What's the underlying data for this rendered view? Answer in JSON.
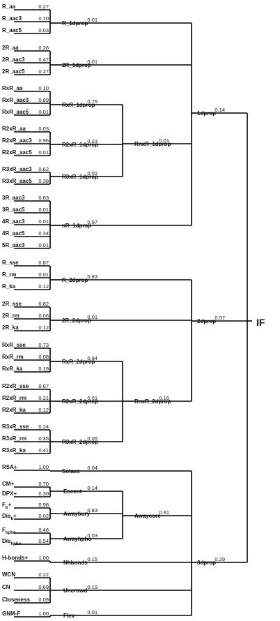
{
  "root": {
    "label": "IF"
  },
  "nodes": [
    {
      "id": "R_aa",
      "label": "R_aa",
      "weight": "0.27",
      "parent": "R_1dprop"
    },
    {
      "id": "R_aac3",
      "label": "R_aac3",
      "weight": "0.70",
      "parent": "R_1dprop"
    },
    {
      "id": "R_aac5",
      "label": "R_aac5",
      "weight": "0.03",
      "parent": "R_1dprop"
    },
    {
      "id": "2R_aa",
      "label": "2R_aa",
      "weight": "0.26",
      "parent": "2R_1dprop"
    },
    {
      "id": "2R_aac3",
      "label": "2R_aac3",
      "weight": "0.47",
      "parent": "2R_1dprop"
    },
    {
      "id": "2R_aac5",
      "label": "2R_aac5",
      "weight": "0.27",
      "parent": "2R_1dprop"
    },
    {
      "id": "RxR_aa",
      "label": "RxR_aa",
      "weight": "0.10",
      "parent": "RxR_1dprop"
    },
    {
      "id": "RxR_aac3",
      "label": "RxR_aac3",
      "weight": "0.89",
      "parent": "RxR_1dprop"
    },
    {
      "id": "RxR_aac5",
      "label": "RxR_aac5",
      "weight": "0.01",
      "parent": "RxR_1dprop"
    },
    {
      "id": "R2xR_aa",
      "label": "R2xR_aa",
      "weight": "0.03",
      "parent": "R2xR_1dprop"
    },
    {
      "id": "R2xR_aac3",
      "label": "R2xR_aac3",
      "weight": "0.96",
      "parent": "R2xR_1dprop"
    },
    {
      "id": "R2xR_aac5",
      "label": "R2xR_aac5",
      "weight": "0.01",
      "parent": "R2xR_1dprop"
    },
    {
      "id": "R3xR_aac3",
      "label": "R3xR_aac3",
      "weight": "0.62",
      "parent": "R3xR_1dprop"
    },
    {
      "id": "R3xR_aac5",
      "label": "R3xR_aac5",
      "weight": "0.38",
      "parent": "R3xR_1dprop"
    },
    {
      "id": "3R_aac3",
      "label": "3R_aac3",
      "weight": "0.63",
      "parent": "nR_1dprop"
    },
    {
      "id": "3R_aac5",
      "label": "3R_aac5",
      "weight": "0.01",
      "parent": "nR_1dprop"
    },
    {
      "id": "4R_aac3",
      "label": "4R_aac3",
      "weight": "0.01",
      "parent": "nR_1dprop"
    },
    {
      "id": "4R_aac5",
      "label": "4R_aac5",
      "weight": "0.34",
      "parent": "nR_1dprop"
    },
    {
      "id": "5R_aac3",
      "label": "5R_aac3",
      "weight": "0.01",
      "parent": "nR_1dprop"
    },
    {
      "id": "R_sse",
      "label": "R_sse",
      "weight": "0.87",
      "parent": "R_2dprop"
    },
    {
      "id": "R_rm",
      "label": "R_rm",
      "weight": "0.01",
      "parent": "R_2dprop"
    },
    {
      "id": "R_ka",
      "label": "R_ka",
      "weight": "0.12",
      "parent": "R_2dprop"
    },
    {
      "id": "2R_sse",
      "label": "2R_sse",
      "weight": "0.82",
      "parent": "2R_2dprop"
    },
    {
      "id": "2R_rm",
      "label": "2R_rm",
      "weight": "0.06",
      "parent": "2R_2dprop"
    },
    {
      "id": "2R_ka",
      "label": "2R_ka",
      "weight": "0.12",
      "parent": "2R_2dprop"
    },
    {
      "id": "RxR_sse",
      "label": "RxR_sse",
      "weight": "0.73",
      "parent": "RxR_2dprop"
    },
    {
      "id": "RxR_rm",
      "label": "RxR_rm",
      "weight": "0.08",
      "parent": "RxR_2dprop"
    },
    {
      "id": "RxR_ka",
      "label": "RxR_ka",
      "weight": "0.19",
      "parent": "RxR_2dprop"
    },
    {
      "id": "R2xR_sse",
      "label": "R2xR_sse",
      "weight": "0.67",
      "parent": "R2xR_2dprop"
    },
    {
      "id": "R2xR_rm",
      "label": "R2xR_rm",
      "weight": "0.21",
      "parent": "R2xR_2dprop"
    },
    {
      "id": "R2xR_ka",
      "label": "R2xR_ka",
      "weight": "0.12",
      "parent": "R2xR_2dprop"
    },
    {
      "id": "R3xR_sse",
      "label": "R3xR_sse",
      "weight": "0.24",
      "parent": "R3xR_2dprop"
    },
    {
      "id": "R3xR_rm",
      "label": "R3xR_rm",
      "weight": "0.35",
      "parent": "R3xR_2dprop"
    },
    {
      "id": "R3xR_ka",
      "label": "R3xR_ka",
      "weight": "0.41",
      "parent": "R3xR_2dprop"
    },
    {
      "id": "RSA+",
      "label": "RSA+",
      "weight": "1.00",
      "parent": "Solacc"
    },
    {
      "id": "CM+",
      "label": "CM+",
      "weight": "0.70",
      "parent": "Eccent"
    },
    {
      "id": "DPX+",
      "label": "DPX+",
      "weight": "0.30",
      "parent": "Eccent"
    },
    {
      "id": "Fb+",
      "label": "F",
      "sub": "b",
      "tail": "+",
      "weight": "0.98",
      "parent": "Awaybury"
    },
    {
      "id": "Disb+",
      "label": "Dis",
      "sub": "b",
      "tail": "+",
      "weight": "0.02",
      "parent": "Awaybury"
    },
    {
      "id": "Fhpho",
      "label": "F",
      "sub": "hpho",
      "weight": "0.46",
      "parent": "Awayhpho"
    },
    {
      "id": "Dishpho",
      "label": "Dis",
      "sub": "hpho",
      "weight": "0.54",
      "parent": "Awayhpho"
    },
    {
      "id": "H-bonds+",
      "label": "H-bonds+",
      "weight": "1.00",
      "parent": "Nhbonds"
    },
    {
      "id": "WCN",
      "label": "WCN",
      "weight": "0.22",
      "parent": "Uncrowd"
    },
    {
      "id": "CN",
      "label": "CN",
      "weight": "0.69",
      "parent": "Uncrowd"
    },
    {
      "id": "Closeness",
      "label": "Closeness",
      "weight": "0.09",
      "parent": "Uncrowd"
    },
    {
      "id": "GNM-F",
      "label": "GNM-F",
      "weight": "1.00",
      "parent": "Flex"
    },
    {
      "id": "R_1dprop",
      "label": "R_1dprop",
      "weight": "0.01",
      "parent": "1dprop"
    },
    {
      "id": "2R_1dprop",
      "label": "2R_1dprop",
      "weight": "0.01",
      "parent": "1dprop"
    },
    {
      "id": "RxR_1dprop",
      "label": "RxR_1dprop",
      "weight": "0.75",
      "parent": "RnxR_1dprop"
    },
    {
      "id": "R2xR_1dprop",
      "label": "R2xR_1dprop",
      "weight": "0.23",
      "parent": "RnxR_1dprop"
    },
    {
      "id": "R3xR_1dprop",
      "label": "R3xR_1dprop",
      "weight": "0.02",
      "parent": "RnxR_1dprop"
    },
    {
      "id": "RnxR_1dprop",
      "label": "RnxR_1dprop",
      "weight": "0.01",
      "parent": "1dprop"
    },
    {
      "id": "nR_1dprop",
      "label": "nR_1dprop",
      "weight": "0.97",
      "parent": "1dprop"
    },
    {
      "id": "R_2dprop",
      "label": "R_2dprop",
      "weight": "0.83",
      "parent": "2dprop"
    },
    {
      "id": "2R_2dprop",
      "label": "2R_2dprop",
      "weight": "0.01",
      "parent": "2dprop"
    },
    {
      "id": "RxR_2dprop",
      "label": "RxR_2dprop",
      "weight": "0.94",
      "parent": "RnxR_2dprop"
    },
    {
      "id": "R2xR_2dprop",
      "label": "R2xR_2dprop",
      "weight": "0.01",
      "parent": "RnxR_2dprop"
    },
    {
      "id": "R3xR_2dprop",
      "label": "R3xR_2dprop",
      "weight": "0.05",
      "parent": "RnxR_2dprop"
    },
    {
      "id": "RnxR_2dprop",
      "label": "RnxR_2dprop",
      "weight": "0.16",
      "parent": "2dprop"
    },
    {
      "id": "Solacc",
      "label": "Solacc",
      "weight": "0.04",
      "parent": "3dprop"
    },
    {
      "id": "Eccent",
      "label": "Eccent",
      "weight": "0.14",
      "parent": "Awaycore"
    },
    {
      "id": "Awaybury",
      "label": "Awaybury",
      "weight": "0.83",
      "parent": "Awaycore"
    },
    {
      "id": "Awayhpho",
      "label": "Awayhpho",
      "weight": "0.03",
      "parent": "Awaycore"
    },
    {
      "id": "Awaycore",
      "label": "Awaycore",
      "weight": "0.61",
      "parent": "3dprop"
    },
    {
      "id": "Nhbonds",
      "label": "Nhbonds",
      "weight": "0.15",
      "parent": "3dprop"
    },
    {
      "id": "Uncrowd",
      "label": "Uncrowd",
      "weight": "0.19",
      "parent": "3dprop"
    },
    {
      "id": "Flex",
      "label": "Flex",
      "weight": "0.01",
      "parent": "3dprop"
    },
    {
      "id": "1dprop",
      "label": "1dprop",
      "weight": "0.14",
      "parent": "IF"
    },
    {
      "id": "2dprop",
      "label": "2dprop",
      "weight": "0.57",
      "parent": "IF"
    },
    {
      "id": "3dprop",
      "label": "3dprop",
      "weight": "0.29",
      "parent": "IF"
    }
  ]
}
